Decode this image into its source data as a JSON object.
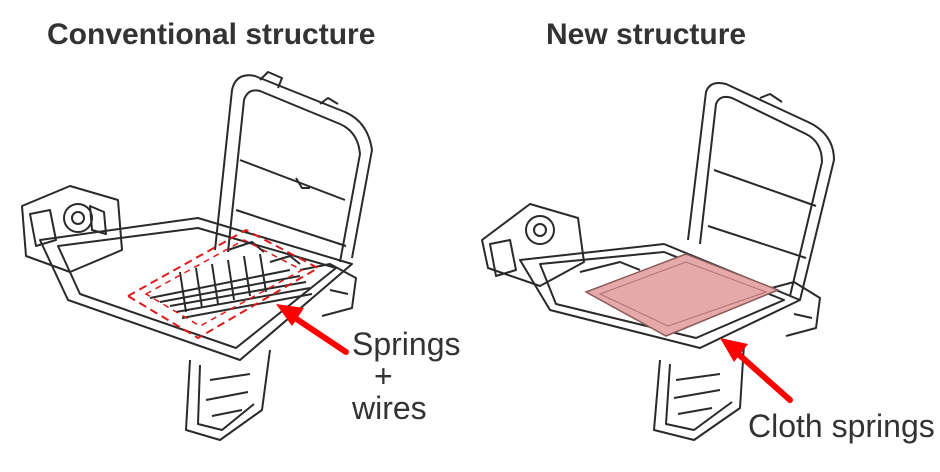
{
  "titles": {
    "left": "Conventional structure",
    "right": "New structure"
  },
  "labels": {
    "springs": "Springs",
    "plus": "+",
    "wires": "wires",
    "cloth_springs": "Cloth springs"
  },
  "colors": {
    "arrow": "#ff0000",
    "cloth_fill": "#e6a9a9",
    "line_art": "#2a2a2a",
    "text": "#333333"
  }
}
